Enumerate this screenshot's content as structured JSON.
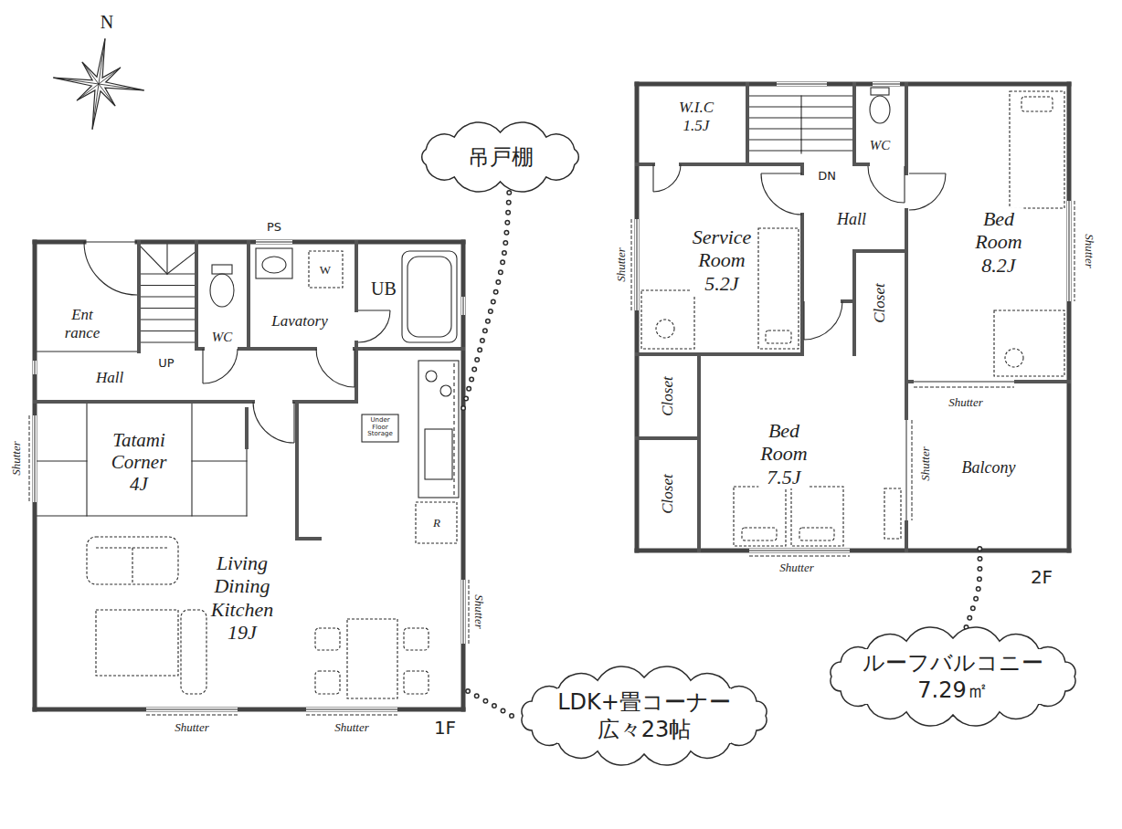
{
  "diagram": {
    "nodes": [
      {
        "text": [
          "Ent rance"
        ]
      },
      {
        "text": [
          "WC"
        ]
      },
      {
        "text": [
          "Lavatory"
        ]
      },
      {
        "text": [
          "UB"
        ]
      },
      {
        "text": [
          "Hall"
        ]
      },
      {
        "text": [
          "Tatami Corner 4J"
        ]
      },
      {
        "text": [
          "Living Dining Kitchen 19J"
        ]
      },
      {
        "text": [
          "W.I.C 1.5J"
        ]
      },
      {
        "text": [
          "WC"
        ]
      },
      {
        "text": [
          "Hall"
        ]
      },
      {
        "text": [
          "Service Room 5.2J"
        ]
      },
      {
        "text": [
          "Bed Room 8.2J"
        ]
      },
      {
        "text": [
          "Closet"
        ]
      },
      {
        "text": [
          "Closet"
        ]
      },
      {
        "text": [
          "Bed Room 7.5J"
        ]
      },
      {
        "text": [
          "Closet"
        ]
      },
      {
        "text": [
          "Balcony"
        ]
      },
      {
        "text": [
          "吊戸棚"
        ]
      },
      {
        "text": [
          "LDK+畳コーナー 広々23帖"
        ]
      },
      {
        "text": [
          "ルーフバルコニー 7.29㎡"
        ]
      }
    ],
    "edges": [
      {
        "from": 17,
        "to": 6,
        "arrow": "none"
      },
      {
        "from": 18,
        "to": 6,
        "arrow": "none"
      },
      {
        "from": 19,
        "to": 16,
        "arrow": "none"
      }
    ],
    "labels": [
      "N",
      "PS",
      "W",
      "UP",
      "R",
      "Under Floor Storage",
      "Shutter",
      "Shutter",
      "Shutter",
      "Shutter",
      "1F",
      "DN",
      "Shutter",
      "Shutter",
      "Shutter",
      "Shutter",
      "Shutter",
      "2F"
    ]
  }
}
